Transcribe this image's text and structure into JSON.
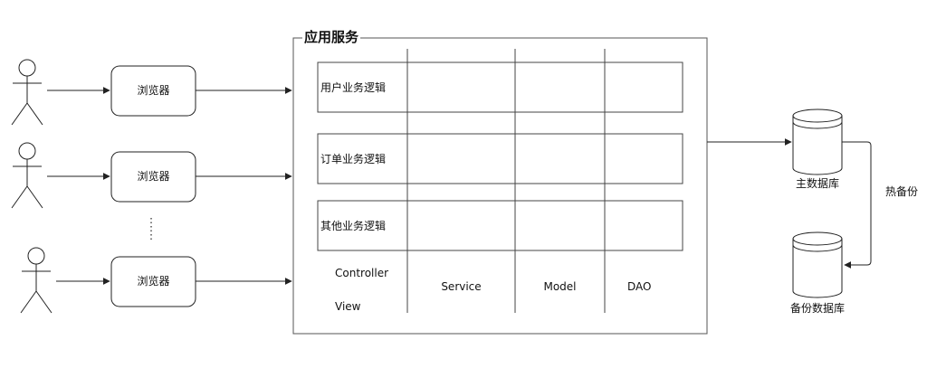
{
  "browsers": [
    {
      "label": "浏览器"
    },
    {
      "label": "浏览器"
    },
    {
      "label": "浏览器"
    }
  ],
  "app_service": {
    "title": "应用服务",
    "rows": [
      {
        "label": "用户业务逻辑"
      },
      {
        "label": "订单业务逻辑"
      },
      {
        "label": "其他业务逻辑"
      }
    ],
    "layers": {
      "controller": "Controller",
      "view": "View",
      "service": "Service",
      "model": "Model",
      "dao": "DAO"
    }
  },
  "databases": {
    "primary": "主数据库",
    "backup": "备份数据库",
    "replication": "热备份"
  },
  "stroke_color": "#222222"
}
